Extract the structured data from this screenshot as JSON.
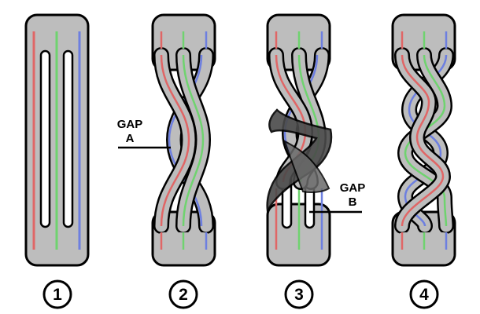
{
  "steps": [
    {
      "number": "1"
    },
    {
      "number": "2",
      "label_line1": "GAP",
      "label_line2": "A"
    },
    {
      "number": "3",
      "label_line1": "GAP",
      "label_line2": "B"
    },
    {
      "number": "4"
    }
  ],
  "colors": {
    "panel": "#bdbdbd",
    "outline": "#000000",
    "red": "#e06666",
    "green": "#6fd36f",
    "blue": "#6d7fe0",
    "dark_fold": "#4a4a4a"
  }
}
